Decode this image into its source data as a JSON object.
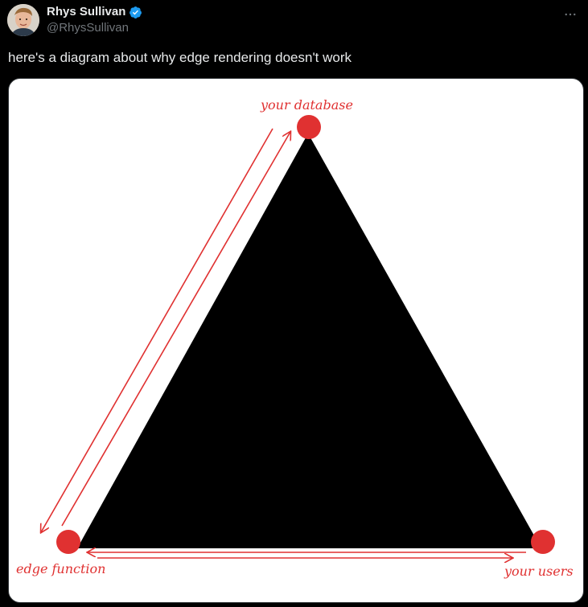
{
  "tweet": {
    "display_name": "Rhys Sullivan",
    "handle": "@RhysSullivan",
    "text": "here's a diagram about why edge rendering doesn't work",
    "more_icon": "more-horizontal-icon",
    "verified_icon": "verified-badge-icon"
  },
  "diagram": {
    "labels": {
      "database": "your database",
      "edge": "edge function",
      "users": "your users"
    }
  },
  "colors": {
    "background": "#000000",
    "text": "#e7e9ea",
    "muted": "#71767b",
    "verified": "#1d9bf0",
    "accent_red": "#e03131",
    "media_bg": "#ffffff"
  }
}
